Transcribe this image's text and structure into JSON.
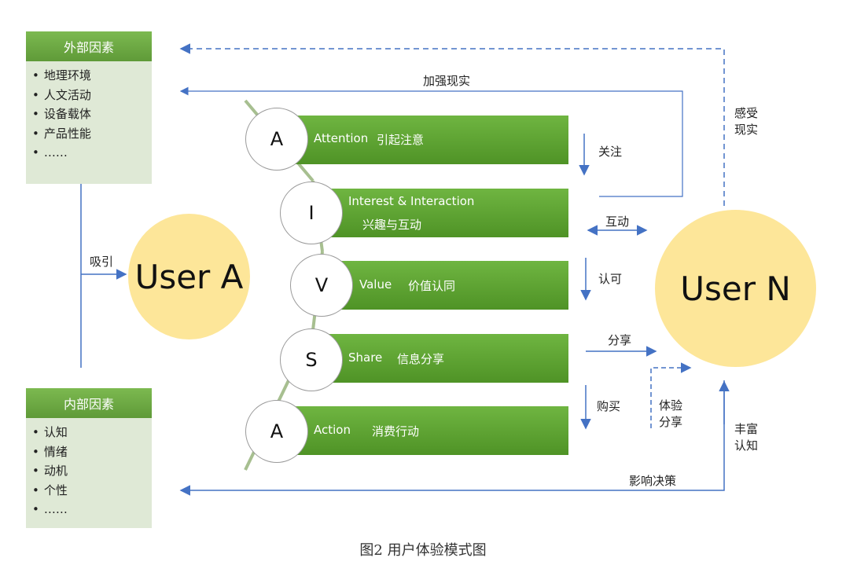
{
  "external_factors": {
    "title": "外部因素",
    "items": [
      "地理环境",
      "人文活动",
      "设备载体",
      "产品性能",
      "……"
    ]
  },
  "internal_factors": {
    "title": "内部因素",
    "items": [
      "认知",
      "情绪",
      "动机",
      "个性",
      "……"
    ]
  },
  "user_a": "User A",
  "user_n": "User N",
  "attract_label": "吸引",
  "stages": [
    {
      "letter": "A",
      "en": "Attention",
      "zh": "引起注意"
    },
    {
      "letter": "I",
      "en": "Interest & Interaction",
      "zh": "兴趣与互动"
    },
    {
      "letter": "V",
      "en": "Value",
      "zh": "价值认同"
    },
    {
      "letter": "S",
      "en": "Share",
      "zh": "信息分享"
    },
    {
      "letter": "A",
      "en": "Action",
      "zh": "消费行动"
    }
  ],
  "flow_labels": {
    "focus": "关注",
    "interact": "互动",
    "recognize": "认可",
    "share": "分享",
    "buy": "购买",
    "experience_share": "体验\n分享",
    "strengthen_reality": "加强现实",
    "perceive_reality": "感受\n现实",
    "enrich_cognition": "丰富\n认知",
    "influence_decision": "影响决策"
  },
  "caption": "图2 用户体验模式图"
}
